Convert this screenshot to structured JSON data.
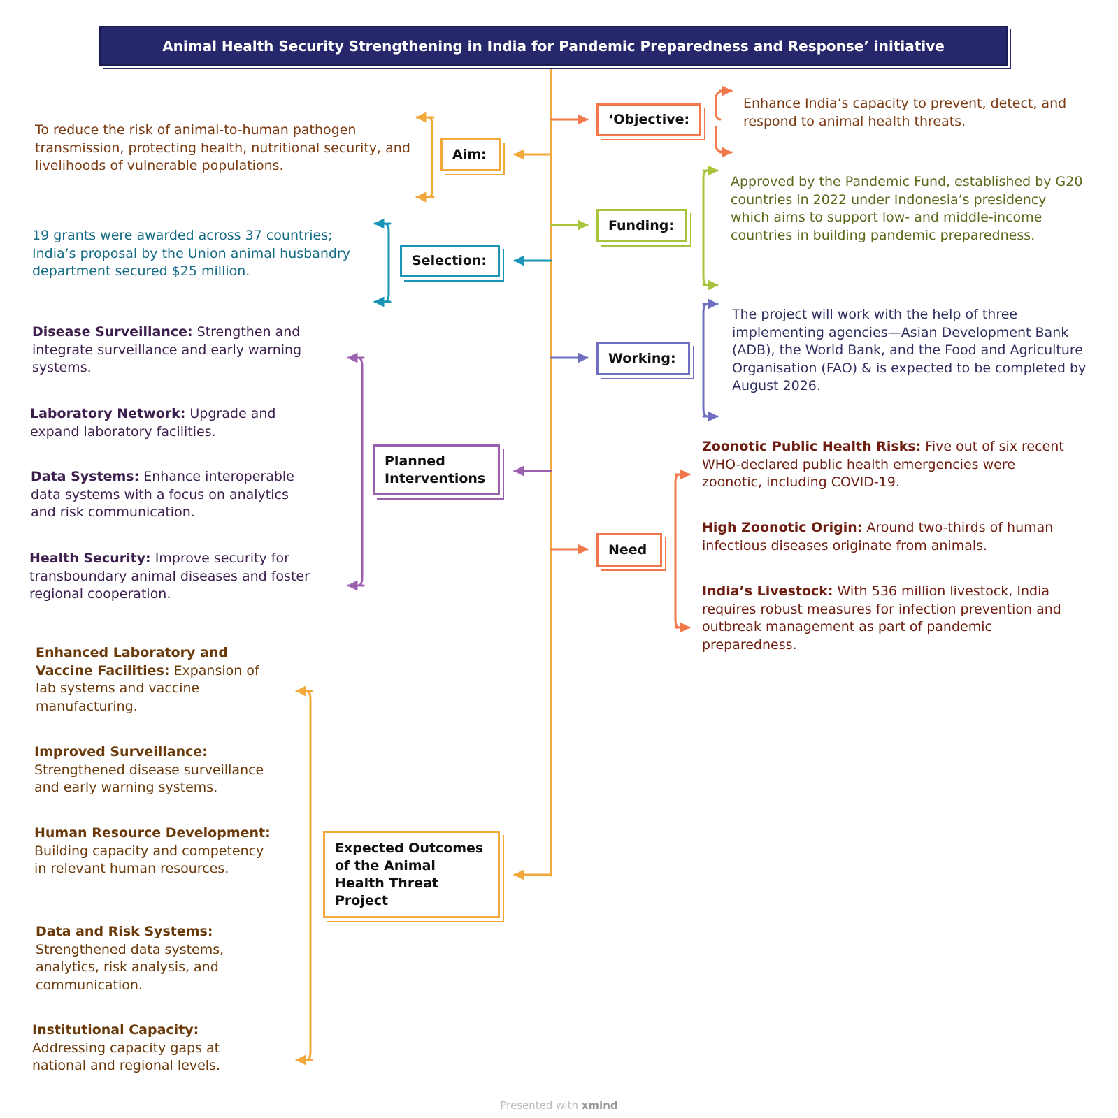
{
  "title": "Animal Health Security Strengthening in India for Pandemic Preparedness and Response’ initiative",
  "nodes": {
    "objective": {
      "label": "‘Objective:",
      "color": "#f0784a"
    },
    "aim": {
      "label": "Aim:",
      "color": "#f2a83a"
    },
    "funding": {
      "label": "Funding:",
      "color": "#a8c43a"
    },
    "selection": {
      "label": "Selection:",
      "color": "#1a95b8"
    },
    "working": {
      "label": "Working:",
      "color": "#6f6fc2"
    },
    "planned": {
      "label": "Planned Interventions",
      "color": "#9b5fb0"
    },
    "need": {
      "label": "Need",
      "color": "#f0784a"
    },
    "outcomes": {
      "label": "Expected Outcomes of the Animal Health Threat Project",
      "color": "#f2a83a"
    }
  },
  "texts": {
    "objective": "Enhance India’s capacity to prevent, detect, and respond to animal health threats.",
    "aim": "To reduce the risk of animal-to-human pathogen transmission, protecting health, nutritional security, and livelihoods of vulnerable populations.",
    "funding": "Approved by the Pandemic Fund, established by G20 countries in 2022 under Indonesia’s presidency which aims to support low- and middle-income countries in building pandemic preparedness.",
    "selection": "19 grants were awarded across 37 countries; India’s proposal by the Union animal husbandry department secured $25 million.",
    "working": "The project will work with the help of three implementing agencies—Asian Development Bank (ADB), the World Bank, and the Food and Agriculture Organisation (FAO) & is expected to be completed by August 2026."
  },
  "planned_items": [
    {
      "head": "Disease Surveillance:",
      "body": " Strengthen and integrate surveillance and early warning systems."
    },
    {
      "head": "Laboratory Network:",
      "body": " Upgrade and expand laboratory facilities."
    },
    {
      "head": "Data Systems:",
      "body": " Enhance interoperable data systems with a focus on analytics and risk communication."
    },
    {
      "head": "Health Security:",
      "body": " Improve security for transboundary animal diseases and foster regional cooperation."
    }
  ],
  "need_items": [
    {
      "head": "Zoonotic Public Health Risks:",
      "body": " Five out of six recent WHO-declared public health emergencies were zoonotic, including COVID-19."
    },
    {
      "head": "High Zoonotic Origin:",
      "body": " Around two-thirds of human infectious diseases originate from animals."
    },
    {
      "head": "India’s Livestock:",
      "body": " With 536 million livestock, India requires robust measures for infection prevention and outbreak management as part of pandemic preparedness."
    }
  ],
  "outcome_items": [
    {
      "head": "Enhanced Laboratory and Vaccine Facilities:",
      "body": " Expansion of lab systems and vaccine manufacturing."
    },
    {
      "head": "Improved Surveillance:",
      "body": " Strengthened disease surveillance and early warning systems."
    },
    {
      "head": "Human Resource Development:",
      "body": " Building capacity and competency in relevant human resources."
    },
    {
      "head": "Data and Risk Systems:",
      "body": " Strengthened data systems, analytics, risk analysis, and communication."
    },
    {
      "head": "Institutional Capacity:",
      "body": " Addressing capacity gaps at national and regional levels."
    }
  ],
  "colors": {
    "orange": "#f0784a",
    "amber": "#f2a83a",
    "lime": "#a8c43a",
    "teal": "#1a95b8",
    "indigo": "#6f6fc2",
    "purple": "#9b5fb0",
    "navy": "#27286b",
    "brown_text": "#7a3b12",
    "olive_text": "#5a6a1c",
    "teal_text": "#146b83",
    "indigo_text": "#303060",
    "purple_text": "#3d1f4d",
    "maroon_text": "#6e1e10",
    "amber_text": "#6b3a0a"
  },
  "footer": {
    "prefix": "Presented with ",
    "brand": "xmind"
  }
}
